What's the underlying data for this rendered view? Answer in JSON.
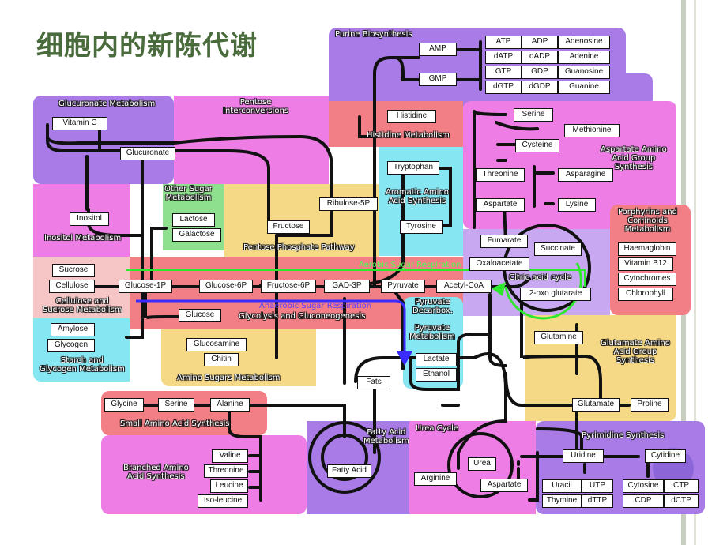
{
  "title": "细胞内的新陈代谢",
  "regions": {
    "purine": "Purine Biosynthesis",
    "glucuronate": "Glucuronate Metabolism",
    "pentose": "Pentose\nInterconversions",
    "histidine": "Histidine Metabolism",
    "other_sugar": "Other Sugar\nMetabolism",
    "aromatic": "Aromatic Amino\nAcid Synthesis",
    "aspartate": "Aspartate Amino\nAcid Group\nSynthesis",
    "inositol": "Inositol Metabolism",
    "ppp": "Pentose Phosphate Pathway",
    "porphyrins": "Porphyrins and\nCorrinoids\nMetabolism",
    "cellulose": "Cellulose and\nSucrose Metabolism",
    "aerobic": "Aerobic Sugar Respiration",
    "citric": "Citric acid cycle",
    "anaerobic": "Anaerobic Sugar Respiration",
    "glycolysis": "Glycolysis and Gluconeogenesis",
    "pyruvate_decarbox": "Pyruvate\nDecarbox.",
    "pyruvate_met": "Pyruvate\nMetabolism",
    "glutamate": "Glutamate Amino\nAcid Group\nSynthesis",
    "starch": "Starch and\nGlycogen Metabolism",
    "amino_sugars": "Amino Sugars Metabolism",
    "small_amino": "Small Amino Acid Synthesis",
    "fatty_acid": "Fatty Acid\nMetabolism",
    "urea_cycle": "Urea Cycle",
    "pyrimidine": "Pyrimidine Synthesis",
    "branched": "Branched Amino\nAcid Synthesis"
  },
  "nodes": {
    "amp": "AMP",
    "gmp": "GMP",
    "atp": "ATP",
    "adp": "ADP",
    "adenosine": "Adenosine",
    "datp": "dATP",
    "dadp": "dADP",
    "adenine": "Adenine",
    "gtp": "GTP",
    "gdp": "GDP",
    "guanosine": "Guanosine",
    "dgtp": "dGTP",
    "dgdp": "dGDP",
    "guanine": "Guanine",
    "vitamin_c": "Vitamin C",
    "glucuronate": "Glucuronate",
    "histidine": "Histidine",
    "serine_top": "Serine",
    "methionine": "Methionine",
    "cysteine": "Cysteine",
    "tryptophan": "Tryptophan",
    "threonine_top": "Threonine",
    "asparagine": "Asparagine",
    "ribulose": "Ribulose-5P",
    "lactose": "Lactose",
    "galactose": "Galactose",
    "inositol": "Inositol",
    "aspartate_top": "Aspartate",
    "lysine": "Lysine",
    "fructose": "Fructose",
    "tyrosine": "Tyrosine",
    "fumarate": "Fumarate",
    "succinate": "Succinate",
    "haemaglobin": "Haemaglobin",
    "vitamin_b12": "Vitamin B12",
    "cytochromes": "Cytochromes",
    "chlorophyll": "Chlorophyll",
    "oxaloacetate": "Oxaloacetate",
    "sucrose": "Sucrose",
    "cellulose": "Cellulose",
    "glucose1p": "Glucose-1P",
    "glucose6p": "Glucose-6P",
    "fructose6p": "Fructose-6P",
    "gad3p": "GAD-3P",
    "pyruvate": "Pyruvate",
    "acetylcoa": "Acetyl-CoA",
    "oxoglutarate": "2-oxo glutarate",
    "glucose": "Glucose",
    "amylose": "Amylose",
    "glycogen": "Glycogen",
    "glutamine": "Glutamine",
    "glucosamine": "Glucosamine",
    "chitin": "Chitin",
    "lactate": "Lactate",
    "ethanol": "Ethanol",
    "fats": "Fats",
    "glycine": "Glycine",
    "serine_low": "Serine",
    "alanine": "Alanine",
    "glutamate": "Glutamate",
    "proline": "Proline",
    "valine": "Valine",
    "threonine_low": "Threonine",
    "leucine": "Leucine",
    "isoleucine": "Iso-leucine",
    "fatty_acid": "Fatty Acid",
    "urea": "Urea",
    "arginine": "Arginine",
    "aspartate_low": "Aspartate",
    "uridine": "Uridine",
    "cytidine": "Cytidine",
    "uracil": "Uracil",
    "utp": "UTP",
    "cytosine": "Cytosine",
    "ctp": "CTP",
    "thymine": "Thymine",
    "dttp": "dTTP",
    "cdp": "CDP",
    "dctp": "dCTP"
  },
  "colors": {
    "purple": "#a87be6",
    "pink": "#ee7ee6",
    "salmon": "#f27e86",
    "peach": "#f4c37e",
    "yellow": "#f6d986",
    "cyan": "#86e6f2",
    "green": "#8ee08e",
    "light_pink": "#f6c6c6",
    "light_purple": "#c8a8f0"
  }
}
